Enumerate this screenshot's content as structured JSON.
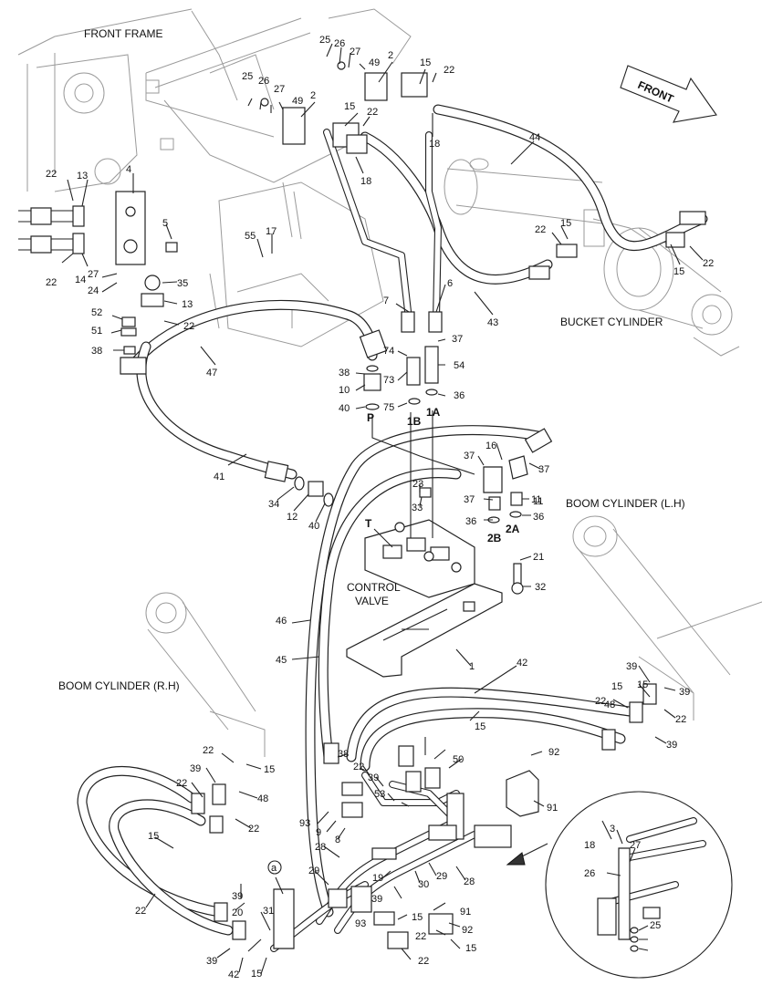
{
  "labels": {
    "front_frame": "FRONT FRAME",
    "front": "FRONT",
    "bucket_cylinder": "BUCKET CYLINDER",
    "boom_cylinder_lh": "BOOM CYLINDER (L.H)",
    "boom_cylinder_rh": "BOOM CYLINDER (R.H)",
    "control_valve_1": "CONTROL",
    "control_valve_2": "VALVE",
    "callout_a": "a"
  },
  "port_labels": [
    "P",
    "1B",
    "1A",
    "T",
    "2B",
    "2A"
  ],
  "part_numbers": [
    "25",
    "26",
    "27",
    "49",
    "2",
    "15",
    "22",
    "25",
    "26",
    "27",
    "49",
    "2",
    "15",
    "22",
    "18",
    "18",
    "44",
    "22",
    "13",
    "4",
    "5",
    "22",
    "14",
    "27",
    "24",
    "52",
    "51",
    "38",
    "35",
    "13",
    "22",
    "55",
    "17",
    "47",
    "7",
    "6",
    "43",
    "22",
    "15",
    "15",
    "22",
    "74",
    "37",
    "73",
    "54",
    "38",
    "10",
    "40",
    "75",
    "36",
    "41",
    "34",
    "12",
    "40",
    "37",
    "16",
    "37",
    "23",
    "37",
    "11",
    "11",
    "33",
    "36",
    "36",
    "21",
    "32",
    "46",
    "45",
    "1",
    "42",
    "39",
    "15",
    "22",
    "39",
    "15",
    "22",
    "48",
    "39",
    "15",
    "22",
    "39",
    "15",
    "22",
    "48",
    "22",
    "15",
    "38",
    "22",
    "39",
    "53",
    "50",
    "92",
    "91",
    "93",
    "9",
    "8",
    "28",
    "19",
    "29",
    "30",
    "28",
    "29",
    "39",
    "93",
    "15",
    "91",
    "22",
    "92",
    "22",
    "15",
    "39",
    "42",
    "15",
    "22",
    "39",
    "20",
    "31",
    "18",
    "3",
    "27",
    "26",
    "25"
  ]
}
